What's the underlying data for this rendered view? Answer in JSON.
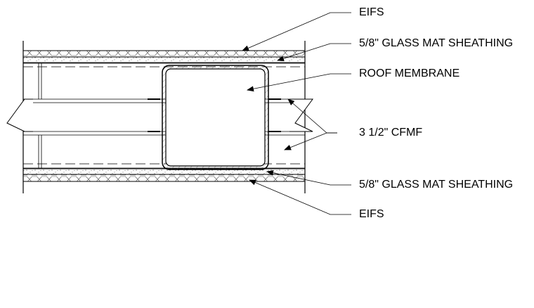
{
  "labels": {
    "eifs_top": "EIFS",
    "sheathing_top": "5/8\" GLASS MAT SHEATHING",
    "roof_membrane": "ROOF MEMBRANE",
    "cfmf": "3 1/2\" CFMF",
    "sheathing_bottom": "5/8\" GLASS MAT SHEATHING",
    "eifs_bottom": "EIFS"
  }
}
